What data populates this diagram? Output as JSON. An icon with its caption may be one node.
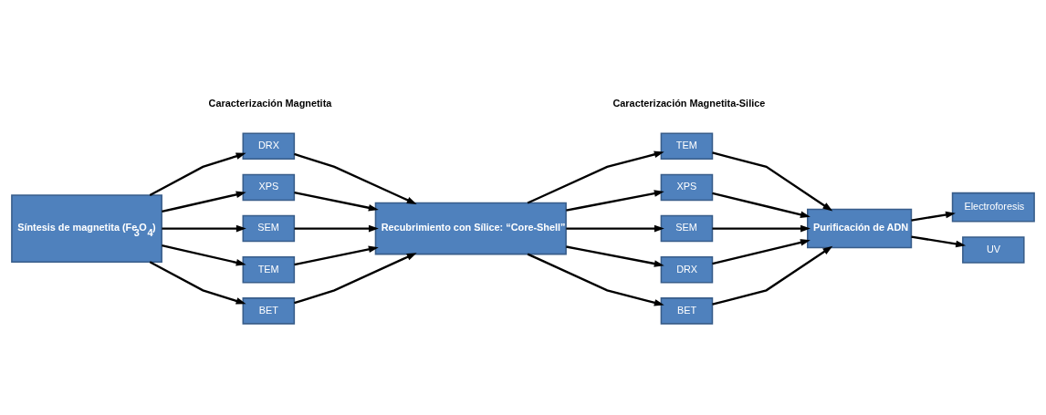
{
  "diagram": {
    "nodes": [
      {
        "text": [
          "Síntesis de magnetita (Fe$_{3}$O$_{4}$)"
        ]
      },
      {
        "text": [
          "DRX"
        ]
      },
      {
        "text": [
          "XPS"
        ]
      },
      {
        "text": [
          "SEM"
        ]
      },
      {
        "text": [
          "TEM"
        ]
      },
      {
        "text": [
          "BET"
        ]
      },
      {
        "text": [
          "Recubrimiento con Sílice: “Core-Shell”"
        ]
      },
      {
        "text": [
          "TEM"
        ]
      },
      {
        "text": [
          "XPS"
        ]
      },
      {
        "text": [
          "SEM"
        ]
      },
      {
        "text": [
          "DRX"
        ]
      },
      {
        "text": [
          "BET"
        ]
      },
      {
        "text": [
          "Purificación de ADN"
        ]
      },
      {
        "text": [
          "Electroforesis"
        ]
      },
      {
        "text": [
          "UV"
        ]
      }
    ],
    "edges": [
      {
        "from": 0,
        "to": 1,
        "arrow": "to"
      },
      {
        "from": 0,
        "to": 2,
        "arrow": "to"
      },
      {
        "from": 0,
        "to": 3,
        "arrow": "to"
      },
      {
        "from": 0,
        "to": 4,
        "arrow": "to"
      },
      {
        "from": 0,
        "to": 5,
        "arrow": "to"
      },
      {
        "from": 1,
        "to": 6,
        "arrow": "to"
      },
      {
        "from": 2,
        "to": 6,
        "arrow": "to"
      },
      {
        "from": 3,
        "to": 6,
        "arrow": "to"
      },
      {
        "from": 4,
        "to": 6,
        "arrow": "to"
      },
      {
        "from": 5,
        "to": 6,
        "arrow": "to"
      },
      {
        "from": 6,
        "to": 7,
        "arrow": "to"
      },
      {
        "from": 6,
        "to": 8,
        "arrow": "to"
      },
      {
        "from": 6,
        "to": 9,
        "arrow": "to"
      },
      {
        "from": 6,
        "to": 10,
        "arrow": "to"
      },
      {
        "from": 6,
        "to": 11,
        "arrow": "to"
      },
      {
        "from": 7,
        "to": 12,
        "arrow": "to"
      },
      {
        "from": 8,
        "to": 12,
        "arrow": "to"
      },
      {
        "from": 9,
        "to": 12,
        "arrow": "to"
      },
      {
        "from": 10,
        "to": 12,
        "arrow": "to"
      },
      {
        "from": 11,
        "to": 12,
        "arrow": "to"
      },
      {
        "from": 12,
        "to": 13,
        "arrow": "to"
      },
      {
        "from": 12,
        "to": 14,
        "arrow": "to"
      }
    ],
    "labels": [
      "Caracterización Magnetita",
      "Caracterización Magnetita-Silice"
    ]
  }
}
